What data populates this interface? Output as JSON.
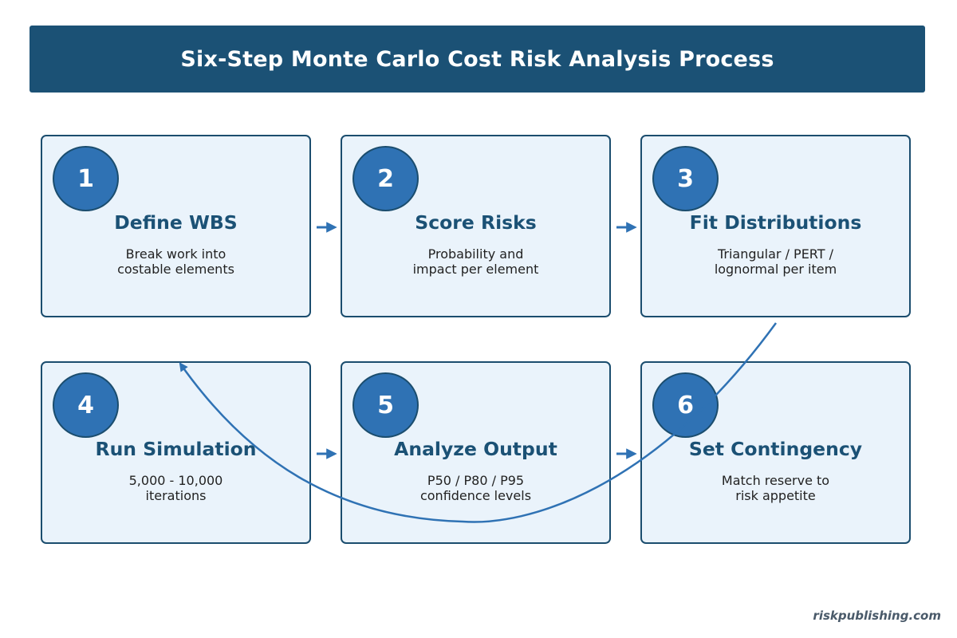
{
  "title": "Six-Step Monte Carlo Cost Risk Analysis Process",
  "steps": [
    {
      "number": "1",
      "title": "Define WBS",
      "desc": [
        "Break work into",
        "costable elements"
      ]
    },
    {
      "number": "2",
      "title": "Score Risks",
      "desc": [
        "Probability and",
        "impact per element"
      ]
    },
    {
      "number": "3",
      "title": "Fit Distributions",
      "desc": [
        "Triangular / PERT /",
        "lognormal per item"
      ]
    },
    {
      "number": "4",
      "title": "Run Simulation",
      "desc": [
        "5,000 - 10,000",
        "iterations"
      ]
    },
    {
      "number": "5",
      "title": "Analyze Output",
      "desc": [
        "P50 / P80 / P95",
        "confidence levels"
      ]
    },
    {
      "number": "6",
      "title": "Set Contingency",
      "desc": [
        "Match reserve to",
        "risk appetite"
      ]
    }
  ],
  "brand": "riskpublishing.com",
  "colors": {
    "header": "#1b5175",
    "badge": "#2f72b4",
    "card_fill": "#eaf3fb",
    "card_border": "#1b4d6e",
    "arrow": "#2f72b4"
  }
}
